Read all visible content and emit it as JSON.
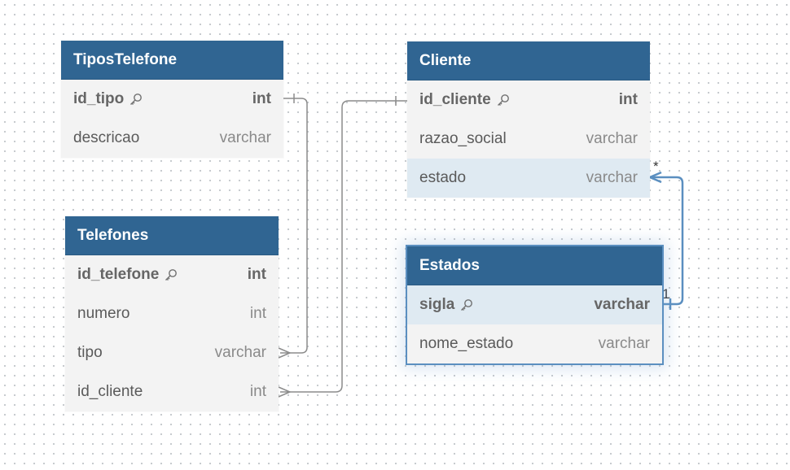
{
  "tables": {
    "tipos_telefone": {
      "title": "TiposTelefone",
      "columns": [
        {
          "name": "id_tipo",
          "type": "int",
          "key_icon": "key-icon"
        },
        {
          "name": "descricao",
          "type": "varchar"
        }
      ]
    },
    "telefones": {
      "title": "Telefones",
      "columns": [
        {
          "name": "id_telefone",
          "type": "int",
          "key_icon": "key-icon"
        },
        {
          "name": "numero",
          "type": "int"
        },
        {
          "name": "tipo",
          "type": "varchar"
        },
        {
          "name": "id_cliente",
          "type": "int"
        }
      ]
    },
    "cliente": {
      "title": "Cliente",
      "columns": [
        {
          "name": "id_cliente",
          "type": "int",
          "key_icon": "key-icon"
        },
        {
          "name": "razao_social",
          "type": "varchar"
        },
        {
          "name": "estado",
          "type": "varchar"
        }
      ]
    },
    "estados": {
      "title": "Estados",
      "columns": [
        {
          "name": "sigla",
          "type": "varchar",
          "key_icon": "key-icon"
        },
        {
          "name": "nome_estado",
          "type": "varchar"
        }
      ]
    }
  },
  "relations": {
    "cliente_estado_many": "*",
    "estados_sigla_one": "1"
  },
  "colors": {
    "header": "#306592",
    "relation_default": "#8c8c8c",
    "relation_selected": "#5b8fc0",
    "row_highlight": "#dfeaf2"
  }
}
